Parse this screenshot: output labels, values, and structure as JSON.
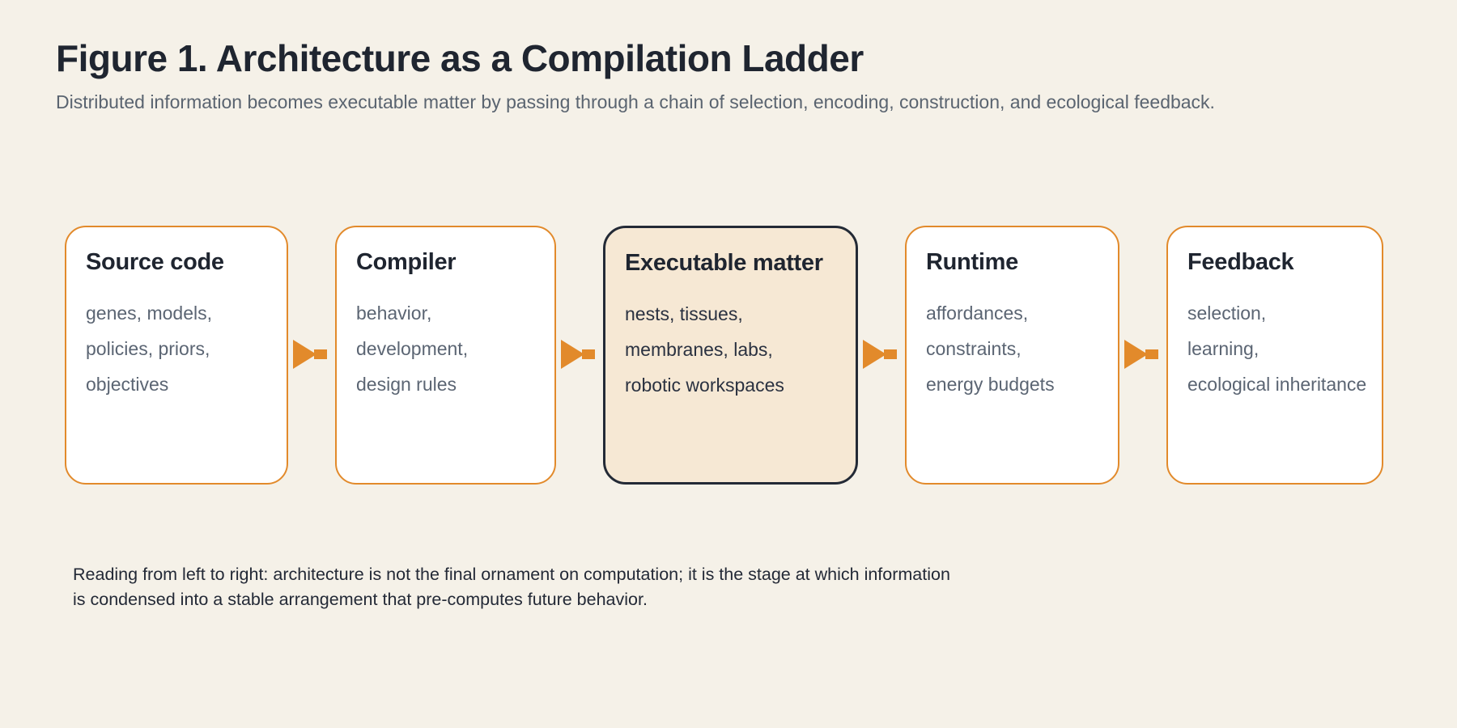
{
  "colors": {
    "bg": "#F5F1E8",
    "accent": "#E28A2B",
    "navy": "#232A36",
    "title": "#1F2530",
    "body_gray": "#5B6573",
    "subtitle": "#5A6470",
    "hl_fill": "#F6E8D4",
    "hl_text": "#2A3140"
  },
  "header": {
    "title": "Figure 1. Architecture as a Compilation Ladder",
    "subtitle": "Distributed information becomes executable matter by passing through a chain of selection, encoding, construction, and ecological feedback."
  },
  "ladder": {
    "stages": [
      {
        "title": "Source code",
        "lines": [
          "genes, models,",
          "policies, priors,",
          "objectives"
        ],
        "highlighted": false
      },
      {
        "title": "Compiler",
        "lines": [
          "behavior,",
          "development,",
          "design rules"
        ],
        "highlighted": false
      },
      {
        "title": "Executable matter",
        "lines": [
          "nests, tissues,",
          "membranes, labs,",
          "robotic workspaces"
        ],
        "highlighted": true
      },
      {
        "title": "Runtime",
        "lines": [
          "affordances,",
          "constraints,",
          "energy budgets"
        ],
        "highlighted": false
      },
      {
        "title": "Feedback",
        "lines": [
          "selection,",
          "learning,",
          "ecological inheritance"
        ],
        "highlighted": false
      }
    ],
    "arrow_icon": "right-arrow"
  },
  "caption": "Reading from left to right: architecture is not the final ornament on computation; it is the stage at which information is condensed into a stable arrangement that pre-computes future behavior."
}
